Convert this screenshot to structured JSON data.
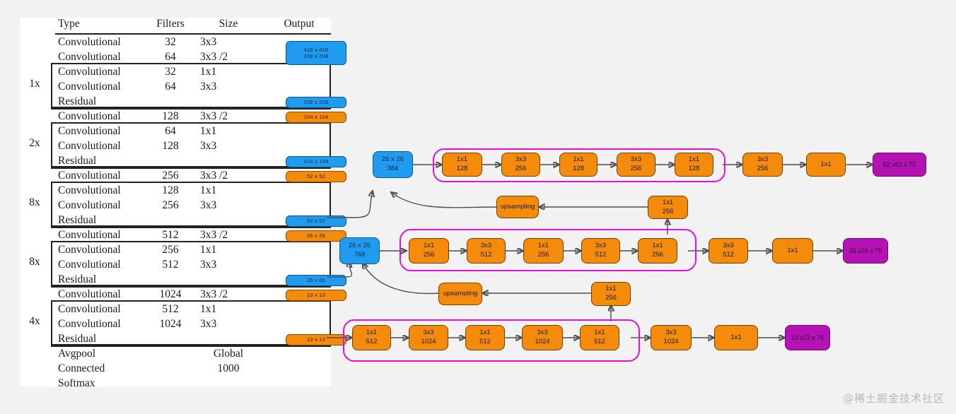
{
  "table": {
    "headers": [
      "Type",
      "Filters",
      "Size",
      "Output"
    ],
    "rows": [
      {
        "type": "Convolutional",
        "filters": "32",
        "size": "3x3",
        "output": null
      },
      {
        "type": "Convolutional",
        "filters": "64",
        "size": "3x3  /2",
        "output": {
          "color": "blue",
          "lines": [
            "416 x 416",
            "208 x 208"
          ]
        }
      },
      {
        "type": "Convolutional",
        "filters": "32",
        "size": "1x1",
        "output": null
      },
      {
        "type": "Convolutional",
        "filters": "64",
        "size": "3x3",
        "output": null
      },
      {
        "type": "Residual",
        "filters": "",
        "size": "",
        "output": {
          "color": "blue",
          "lines": [
            "208 x 208"
          ]
        }
      },
      {
        "type": "Convolutional",
        "filters": "128",
        "size": "3x3  /2",
        "output": {
          "color": "orange",
          "lines": [
            "104 x 104"
          ]
        }
      },
      {
        "type": "Convolutional",
        "filters": "64",
        "size": "1x1",
        "output": null
      },
      {
        "type": "Convolutional",
        "filters": "128",
        "size": "3x3",
        "output": null
      },
      {
        "type": "Residual",
        "filters": "",
        "size": "",
        "output": {
          "color": "blue",
          "lines": [
            "104 x 104"
          ]
        }
      },
      {
        "type": "Convolutional",
        "filters": "256",
        "size": "3x3  /2",
        "output": {
          "color": "orange",
          "lines": [
            "52 x 52"
          ]
        }
      },
      {
        "type": "Convolutional",
        "filters": "128",
        "size": "1x1",
        "output": null
      },
      {
        "type": "Convolutional",
        "filters": "256",
        "size": "3x3",
        "output": null
      },
      {
        "type": "Residual",
        "filters": "",
        "size": "",
        "output": {
          "color": "blue",
          "lines": [
            "52 x 52"
          ]
        }
      },
      {
        "type": "Convolutional",
        "filters": "512",
        "size": "3x3  /2",
        "output": {
          "color": "orange",
          "lines": [
            "26 x 26"
          ]
        }
      },
      {
        "type": "Convolutional",
        "filters": "256",
        "size": "1x1",
        "output": null
      },
      {
        "type": "Convolutional",
        "filters": "512",
        "size": "3x3",
        "output": null
      },
      {
        "type": "Residual",
        "filters": "",
        "size": "",
        "output": {
          "color": "blue",
          "lines": [
            "26 x 26"
          ]
        }
      },
      {
        "type": "Convolutional",
        "filters": "1024",
        "size": "3x3  /2",
        "output": {
          "color": "orange",
          "lines": [
            "13 x 13"
          ]
        }
      },
      {
        "type": "Convolutional",
        "filters": "512",
        "size": "1x1",
        "output": null
      },
      {
        "type": "Convolutional",
        "filters": "1024",
        "size": "3x3",
        "output": null
      },
      {
        "type": "Residual",
        "filters": "",
        "size": "",
        "output": {
          "color": "orange",
          "lines": [
            "13 x 13"
          ]
        }
      },
      {
        "type": "Avgpool",
        "filters": "",
        "size": "Global",
        "output": null
      },
      {
        "type": "Connected",
        "filters": "",
        "size": "1000",
        "output": null
      },
      {
        "type": "Softmax",
        "filters": "",
        "size": "",
        "output": null
      }
    ],
    "repeats": [
      {
        "label": "1x",
        "first_row": 2,
        "last_row": 4
      },
      {
        "label": "2x",
        "first_row": 6,
        "last_row": 8
      },
      {
        "label": "8x",
        "first_row": 10,
        "last_row": 12
      },
      {
        "label": "8x",
        "first_row": 14,
        "last_row": 16
      },
      {
        "label": "4x",
        "first_row": 18,
        "last_row": 20
      }
    ]
  },
  "diagram": {
    "scale_52": {
      "concat": {
        "l1": "26 x 26",
        "l2": "384"
      },
      "blocks": [
        {
          "l1": "1x1",
          "l2": "128"
        },
        {
          "l1": "3x3",
          "l2": "256"
        },
        {
          "l1": "1x1",
          "l2": "128"
        },
        {
          "l1": "3x3",
          "l2": "256"
        },
        {
          "l1": "1x1",
          "l2": "128"
        }
      ],
      "tail": [
        {
          "l1": "3x3",
          "l2": "256"
        },
        {
          "l1": "1x1",
          "l2": ""
        }
      ],
      "detection": "52 x52 x 75",
      "upsampling": "upsampling",
      "lateral": {
        "l1": "1x1",
        "l2": "256"
      }
    },
    "scale_26": {
      "concat": {
        "l1": "26 x 26",
        "l2": "768"
      },
      "blocks": [
        {
          "l1": "1x1",
          "l2": "256"
        },
        {
          "l1": "3x3",
          "l2": "512"
        },
        {
          "l1": "1x1",
          "l2": "256"
        },
        {
          "l1": "3x3",
          "l2": "512"
        },
        {
          "l1": "1x1",
          "l2": "256"
        }
      ],
      "tail": [
        {
          "l1": "3x3",
          "l2": "512"
        },
        {
          "l1": "1x1",
          "l2": ""
        }
      ],
      "detection": "26 x26 x  75",
      "upsampling": "upsampling",
      "lateral": {
        "l1": "1x1",
        "l2": "256"
      }
    },
    "scale_13": {
      "blocks": [
        {
          "l1": "1x1",
          "l2": "512"
        },
        {
          "l1": "3x3",
          "l2": "1024"
        },
        {
          "l1": "1x1",
          "l2": "512"
        },
        {
          "l1": "3x3",
          "l2": "1024"
        },
        {
          "l1": "1x1",
          "l2": "512"
        }
      ],
      "tail": [
        {
          "l1": "3x3",
          "l2": "1024"
        },
        {
          "l1": "1x1",
          "l2": ""
        }
      ],
      "detection": "13 x13 x 75"
    }
  },
  "watermark": "@稀土掘金技术社区",
  "colors": {
    "orange": "#f58b0b",
    "blue": "#1f9cf0",
    "purple": "#b512b5",
    "magenta_group": "#e012e0",
    "background": "#f2f2f2",
    "wire": "#4d4d4d"
  }
}
